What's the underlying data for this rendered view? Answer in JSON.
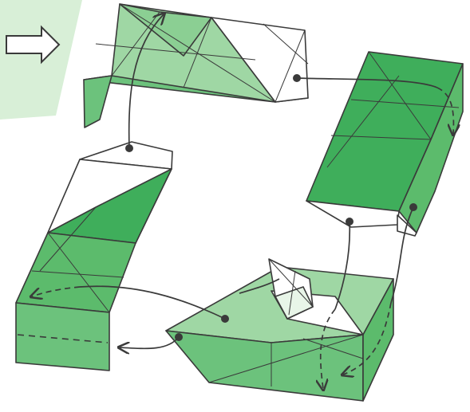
{
  "diagram": {
    "kind": "origami-assembly-steps",
    "modules": [
      {
        "id": "top-module",
        "faces": [
          "green-light",
          "white",
          "green-mid"
        ]
      },
      {
        "id": "right-module",
        "faces": [
          "green-dark",
          "white",
          "green-mid"
        ]
      },
      {
        "id": "left-module",
        "faces": [
          "white",
          "green-dark",
          "green-mid"
        ]
      },
      {
        "id": "bottom-module",
        "faces": [
          "green-light",
          "white",
          "green-mid"
        ]
      }
    ],
    "connections": [
      {
        "from": "left-module",
        "to": "top-module",
        "style": "solid"
      },
      {
        "from": "top-module",
        "to": "right-module",
        "style": "dashed-end"
      },
      {
        "from": "right-module",
        "to": "bottom-module",
        "style": "dashed-end"
      },
      {
        "from": "bottom-module",
        "to": "left-module",
        "style": "dashed-end"
      }
    ],
    "indicator": "arrow-right-icon"
  },
  "colors": {
    "green_dark": "#3fae5b",
    "green_mid": "#6cc27c",
    "green_light": "#9fd7a4",
    "panel": "#d8efd7",
    "paper_white": "#ffffff",
    "outline": "#3a3a3a",
    "dot": "#3a3a3a"
  }
}
